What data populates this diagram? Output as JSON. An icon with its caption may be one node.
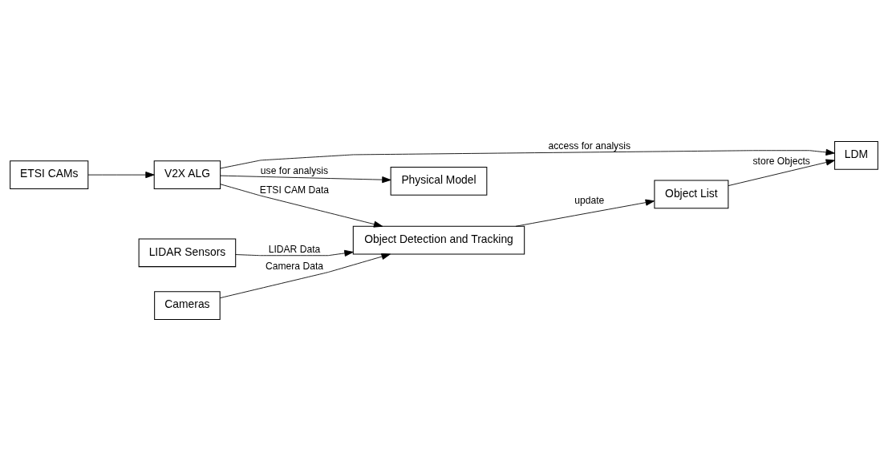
{
  "diagram": {
    "nodes": [
      {
        "text": [
          "ETSI CAMs"
        ]
      },
      {
        "text": [
          "V2X ALG"
        ]
      },
      {
        "text": [
          "Physical Model"
        ]
      },
      {
        "text": [
          "Object Detection and Tracking"
        ]
      },
      {
        "text": [
          "LIDAR Sensors"
        ]
      },
      {
        "text": [
          "Cameras"
        ]
      },
      {
        "text": [
          "Object List"
        ]
      },
      {
        "text": [
          "LDM"
        ]
      }
    ],
    "edges": [
      {
        "from": 0,
        "to": 1,
        "arrow": "to"
      },
      {
        "from": 1,
        "to": 7,
        "arrow": "to",
        "label": "access for analysis"
      },
      {
        "from": 1,
        "to": 2,
        "arrow": "to",
        "label": "use for analysis"
      },
      {
        "from": 1,
        "to": 3,
        "arrow": "to",
        "label": "ETSI CAM Data"
      },
      {
        "from": 4,
        "to": 3,
        "arrow": "to",
        "label": "LIDAR Data"
      },
      {
        "from": 5,
        "to": 3,
        "arrow": "to",
        "label": "Camera Data"
      },
      {
        "from": 3,
        "to": 6,
        "arrow": "to",
        "label": "update"
      },
      {
        "from": 6,
        "to": 7,
        "arrow": "to",
        "label": "store Objects"
      }
    ]
  }
}
